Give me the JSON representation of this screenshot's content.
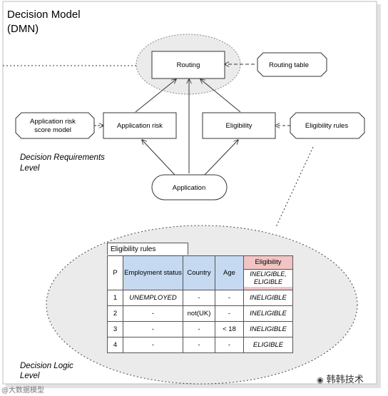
{
  "header": {
    "title_line1": "Decision Model",
    "title_line2": "(DMN)"
  },
  "drd": {
    "routing": "Routing",
    "routing_table": "Routing table",
    "application_risk": "Application risk",
    "application_risk_model_line1": "Application risk",
    "application_risk_model_line2": "score model",
    "eligibility": "Eligibility",
    "eligibility_rules": "Eligibility rules",
    "application": "Application",
    "level_label_line1": "Decision Requirements",
    "level_label_line2": "Level"
  },
  "logic": {
    "level_label_line1": "Decision Logic",
    "level_label_line2": "Level",
    "table_title": "Eligibility rules",
    "columns": [
      "P",
      "Employment status",
      "Country",
      "Age"
    ],
    "output_column": "Eligibility",
    "output_values": [
      "INELIGIBLE,",
      "ELIGIBLE"
    ],
    "rows": [
      [
        "1",
        "UNEMPLOYED",
        "-",
        "-",
        "INELIGIBLE"
      ],
      [
        "2",
        "-",
        "not(UK)",
        "-",
        "INELIGIBLE"
      ],
      [
        "3",
        "-",
        "-",
        "< 18",
        "INELIGIBLE"
      ],
      [
        "4",
        "-",
        "-",
        "-",
        "ELIGIBLE"
      ]
    ]
  },
  "watermark": {
    "left": "@大数据模型",
    "right": "韩韩技术"
  }
}
